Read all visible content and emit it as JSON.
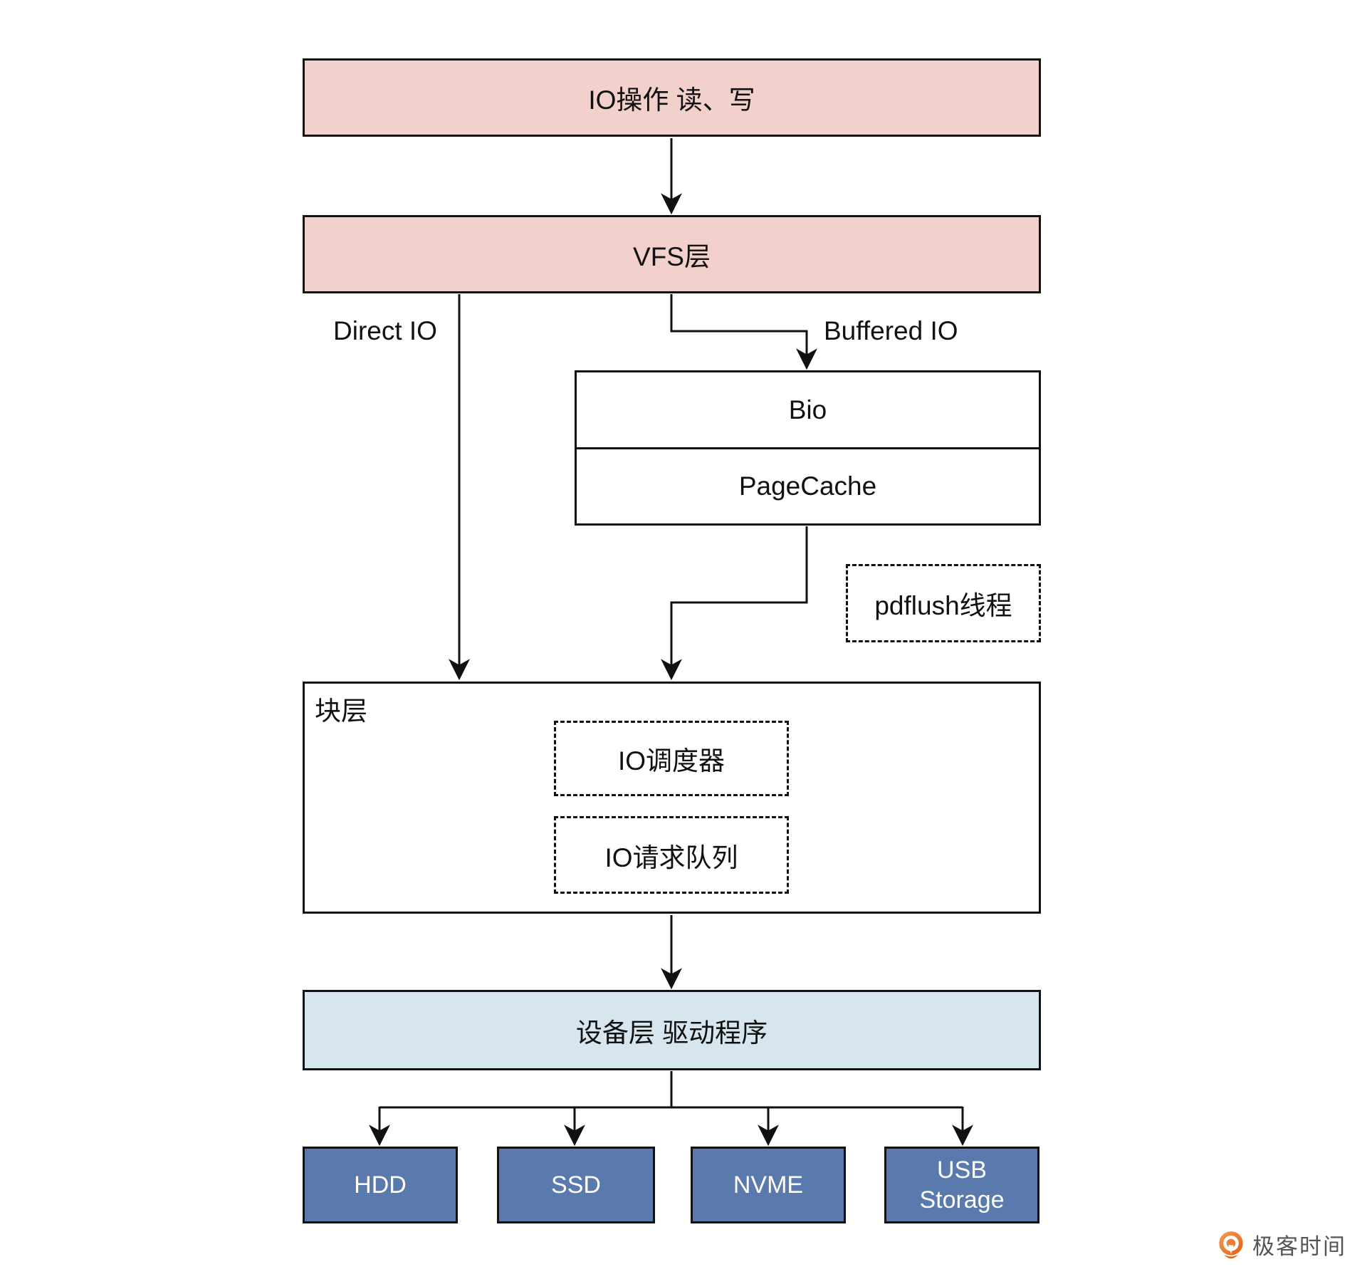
{
  "diagram": {
    "top_box": {
      "label": "IO操作 读、写"
    },
    "vfs_box": {
      "label": "VFS层"
    },
    "labels": {
      "direct_io": "Direct IO",
      "buffered_io": "Buffered IO"
    },
    "bio_box": {
      "bio_label": "Bio",
      "pagecache_label": "PageCache"
    },
    "pdflush_box": {
      "label": "pdflush线程"
    },
    "block_layer": {
      "label": "块层",
      "scheduler_label": "IO调度器",
      "queue_label": "IO请求队列"
    },
    "device_layer": {
      "label": "设备层 驱动程序"
    },
    "devices": [
      {
        "label": "HDD"
      },
      {
        "label": "SSD"
      },
      {
        "label": "NVME"
      },
      {
        "label": "USB Storage"
      }
    ],
    "colors": {
      "pink": "#f2d0cc",
      "light_blue": "#d7e6ee",
      "steel_blue": "#5a79ac",
      "line": "#111111",
      "logo_orange": "#e8661c",
      "logo_text": "#575352"
    }
  },
  "footer": {
    "logo_text": "极客时间"
  }
}
